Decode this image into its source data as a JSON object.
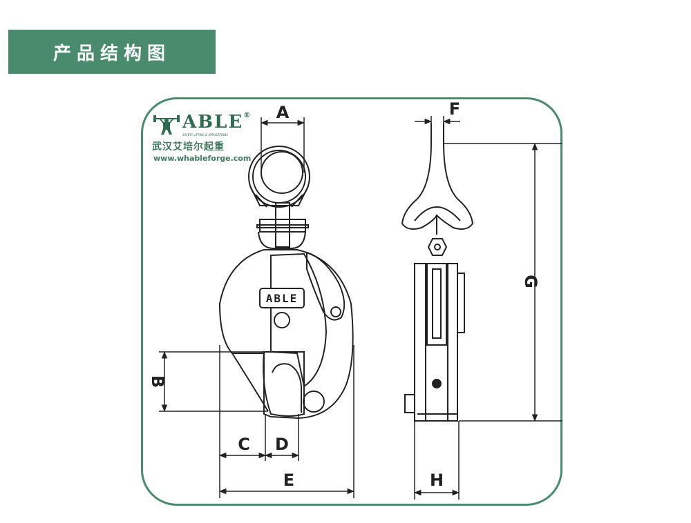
{
  "header": {
    "title": "产品结构图"
  },
  "logo": {
    "brand": "ABLE",
    "registered": "®",
    "tagline": "SAFETY LIFTING & APPLICATIONS",
    "company_cn": "武汉艾培尔起重",
    "url": "www.whableforge.com"
  },
  "diagram": {
    "plate_label": "ABLE",
    "dimensions": {
      "A": "A",
      "B": "B",
      "C": "C",
      "D": "D",
      "E": "E",
      "F": "F",
      "G": "G",
      "H": "H"
    }
  },
  "colors": {
    "accent": "#4a8a6d",
    "logo": "#3d7a5e",
    "line": "#222222"
  }
}
